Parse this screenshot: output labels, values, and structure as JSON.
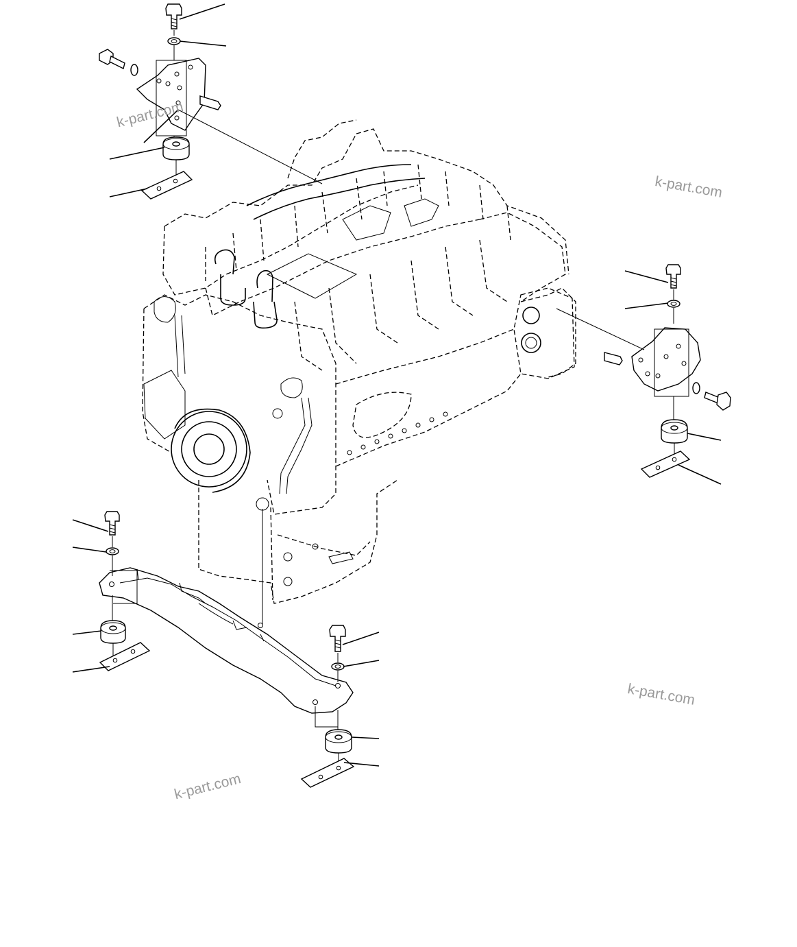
{
  "watermarks": [
    "k-part.com",
    "k-part.com",
    "k-part.com",
    "k-part.com"
  ],
  "colors": {
    "line": "#000000",
    "watermark": "#9a9a9a",
    "background": "#ffffff"
  },
  "parts": {
    "leader_count": 17,
    "mount_groups": [
      "rear-left-mount",
      "rear-right-mount",
      "front-left-mount",
      "front-right-mount"
    ]
  }
}
